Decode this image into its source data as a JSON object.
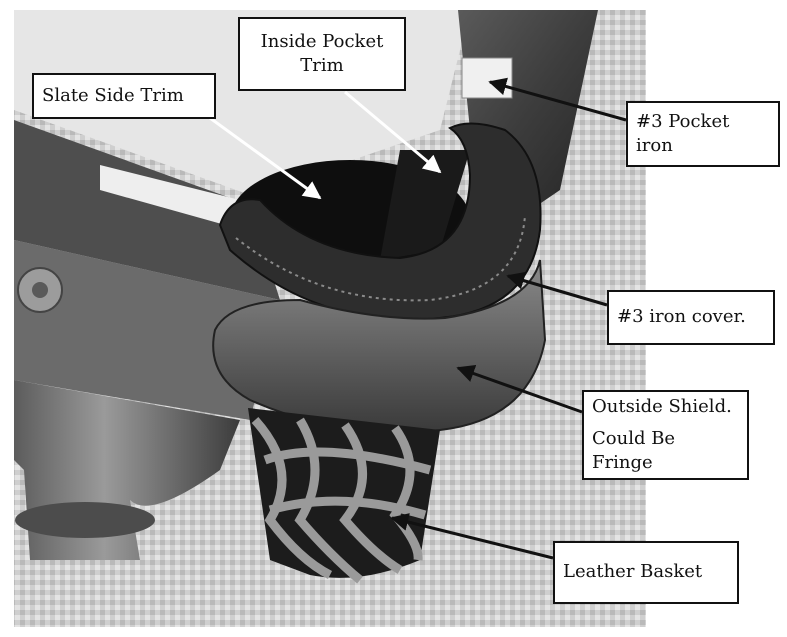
{
  "labels": {
    "slate_side_trim": "Slate Side Trim",
    "inside_pocket_trim_line1": "Inside Pocket",
    "inside_pocket_trim_line2": "Trim",
    "pocket_iron": "#3 Pocket iron",
    "iron_cover": "#3 iron cover.",
    "outside_shield_line1": "Outside Shield.",
    "outside_shield_line2": "Could Be Fringe",
    "leather_basket": "Leather Basket"
  }
}
